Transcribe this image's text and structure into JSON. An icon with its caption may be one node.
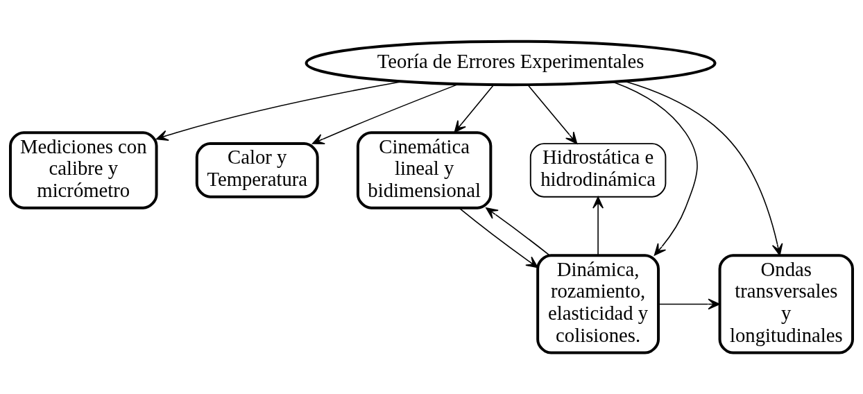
{
  "diagram": {
    "nodes": [
      {
        "text": [
          "Teoría de Errores Experimentales"
        ]
      },
      {
        "text": [
          "Mediciones con calibre y micrómetro"
        ]
      },
      {
        "text": [
          "Calor y Temperatura"
        ]
      },
      {
        "text": [
          "Cinemática lineal y bidimensional"
        ]
      },
      {
        "text": [
          "Hidrostática e hidrodinámica"
        ]
      },
      {
        "text": [
          "Dinámica, rozamiento, elasticidad y colisiones."
        ]
      },
      {
        "text": [
          "Ondas transversales y longitudinales"
        ]
      }
    ],
    "edges": [
      {
        "from": 0,
        "to": 1,
        "arrow": "to"
      },
      {
        "from": 0,
        "to": 3,
        "arrow": "to"
      },
      {
        "from": 0,
        "to": 5,
        "arrow": "to"
      },
      {
        "from": 0,
        "to": 6,
        "arrow": "to"
      },
      {
        "from": 0,
        "to": 4,
        "arrow": "to"
      },
      {
        "from": 0,
        "to": 2,
        "arrow": "to"
      },
      {
        "from": 3,
        "to": 5,
        "arrow": "to"
      },
      {
        "from": 5,
        "to": 3,
        "arrow": "to"
      },
      {
        "from": 5,
        "to": 4,
        "arrow": "to"
      },
      {
        "from": 5,
        "to": 6,
        "arrow": "to"
      }
    ]
  }
}
